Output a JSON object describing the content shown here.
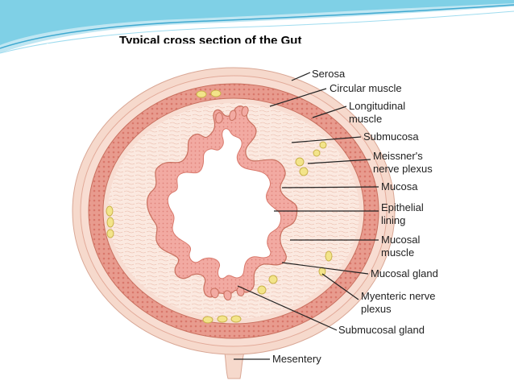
{
  "slide": {
    "title": "Typical cross section of the Gut"
  },
  "diagram": {
    "labels": {
      "serosa": "Serosa",
      "circular_muscle": "Circular muscle",
      "longitudinal_1": "Longitudinal",
      "longitudinal_2": "muscle",
      "submucosa": "Submucosa",
      "meissner_1": "Meissner's",
      "meissner_2": "nerve plexus",
      "mucosa": "Mucosa",
      "epithelial_1": "Epithelial",
      "epithelial_2": "lining",
      "mucosal_muscle_1": "Mucosal",
      "mucosal_muscle_2": "muscle",
      "mucosal_gland": "Mucosal gland",
      "myenteric_1": "Myenteric nerve",
      "myenteric_2": "plexus",
      "submucosal_gland": "Submucosal gland",
      "mesentery": "Mesentery"
    }
  },
  "colors": {
    "accent_blue": "#4db8d8",
    "serosa": "#f6d9cc",
    "muscle": "#e89b8e",
    "submucosa": "#fbe9e0",
    "mucosa": "#ef9e97",
    "lumen": "#ffffff",
    "nerve": "#f3e48a"
  }
}
